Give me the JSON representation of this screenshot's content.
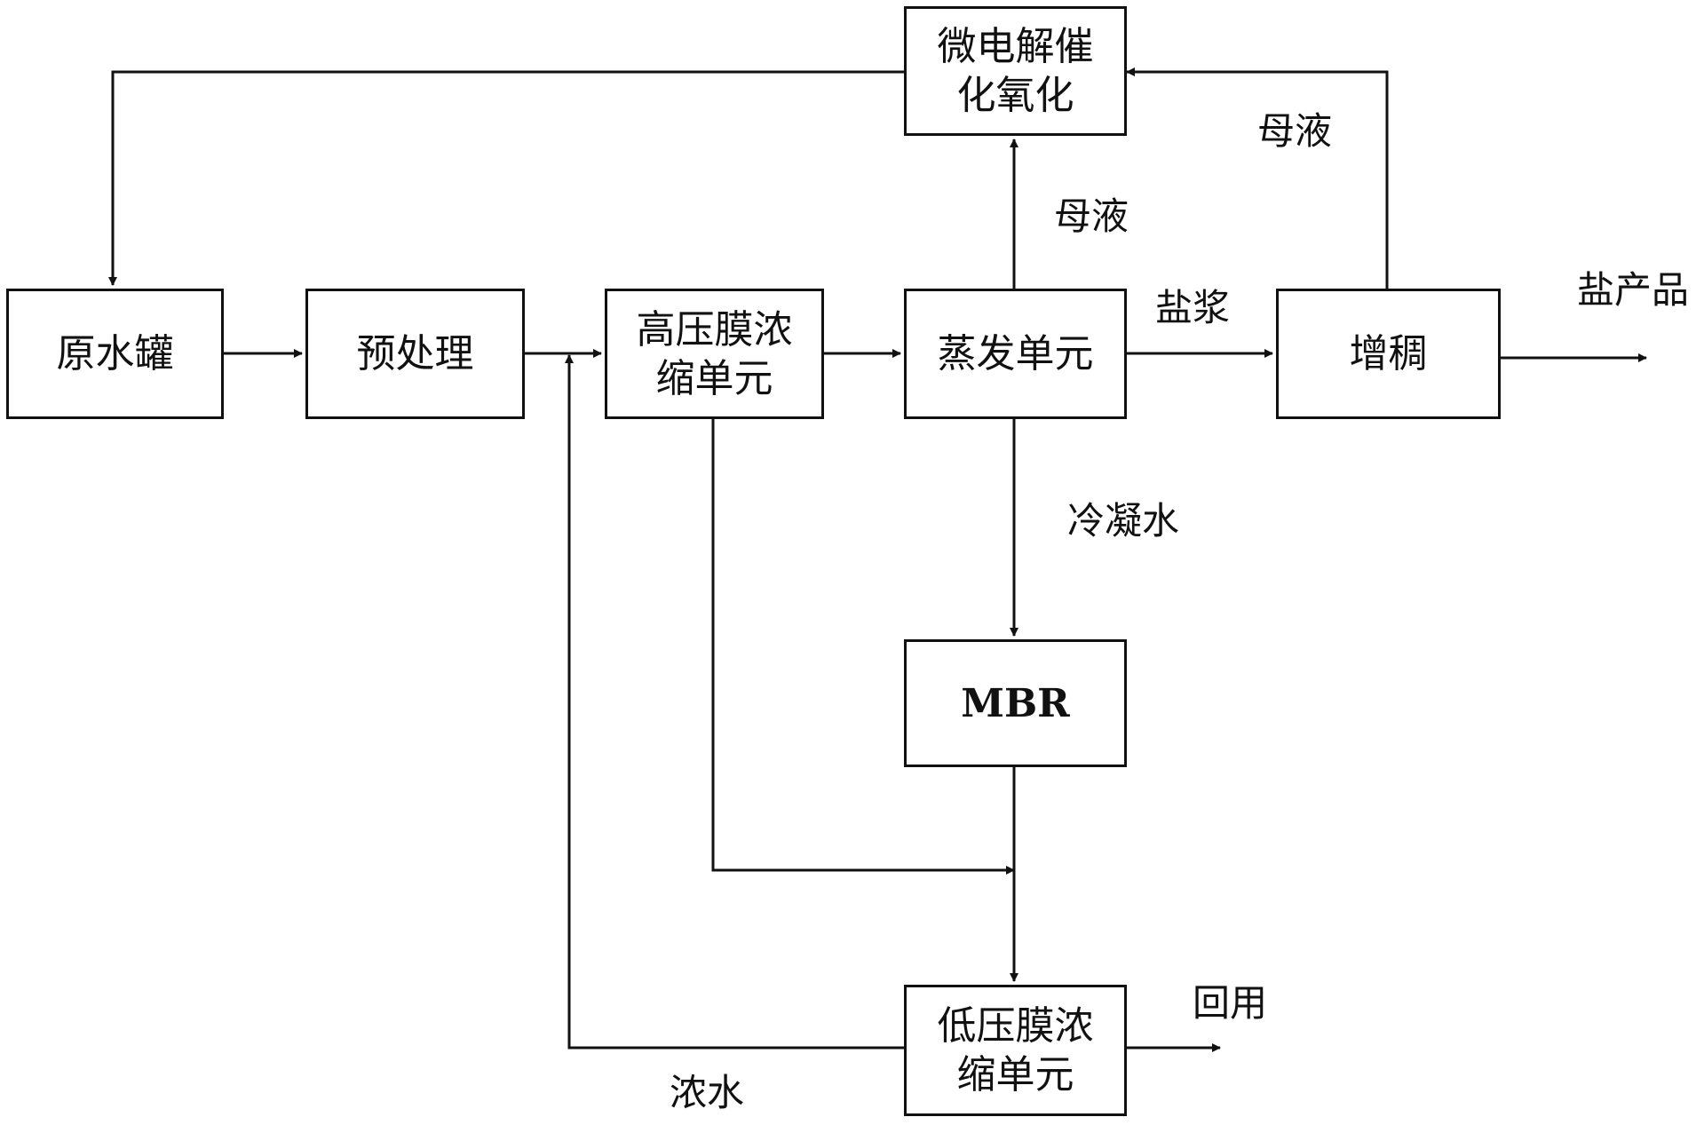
{
  "nodes": {
    "raw_tank": {
      "lines": [
        "原水罐"
      ]
    },
    "pretreat": {
      "lines": [
        "预处理"
      ]
    },
    "hp_membrane": {
      "lines": [
        "高压膜浓",
        "缩单元"
      ]
    },
    "evaporation": {
      "lines": [
        "蒸发单元"
      ]
    },
    "thickening": {
      "lines": [
        "增稠"
      ]
    },
    "micro_electrolysis": {
      "lines": [
        "微电解催",
        "化氧化"
      ]
    },
    "mbr": {
      "lines": [
        "MBR"
      ]
    },
    "lp_membrane": {
      "lines": [
        "低压膜浓",
        "缩单元"
      ]
    }
  },
  "edge_labels": {
    "mother_liquor_left": "母液",
    "mother_liquor_right": "母液",
    "salt_slurry": "盐浆",
    "salt_product": "盐产品",
    "condensate": "冷凝水",
    "reuse": "回用",
    "concentrate": "浓水"
  },
  "colors": {
    "stroke": "#111111",
    "background": "#ffffff"
  }
}
